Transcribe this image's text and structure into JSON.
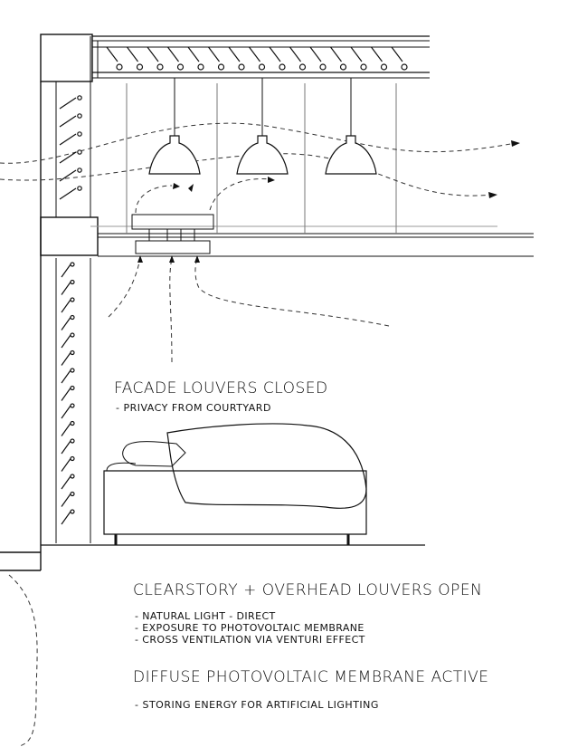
{
  "labels": {
    "facade_title": "FACADE LOUVERS CLOSED",
    "facade_note": "- PRIVACY FROM COURTYARD",
    "clearstory_title": "CLEARSTORY + OVERHEAD LOUVERS OPEN",
    "clearstory_notes": [
      "- NATURAL LIGHT - DIRECT",
      "- EXPOSURE TO PHOTOVOLTAIC MEMBRANE",
      "- CROSS VENTILATION VIA VENTURI EFFECT"
    ],
    "membrane_title": "DIFFUSE PHOTOVOLTAIC MEMBRANE ACTIVE",
    "membrane_note": "- STORING ENERGY FOR ARTIFICIAL LIGHTING"
  },
  "colors": {
    "line": "#111111",
    "background": "#ffffff"
  },
  "elements": {
    "overhead_louver_count": 15,
    "upper_facade_louver_count": 6,
    "lower_facade_louver_count": 15,
    "pendant_lamp_count": 3
  }
}
